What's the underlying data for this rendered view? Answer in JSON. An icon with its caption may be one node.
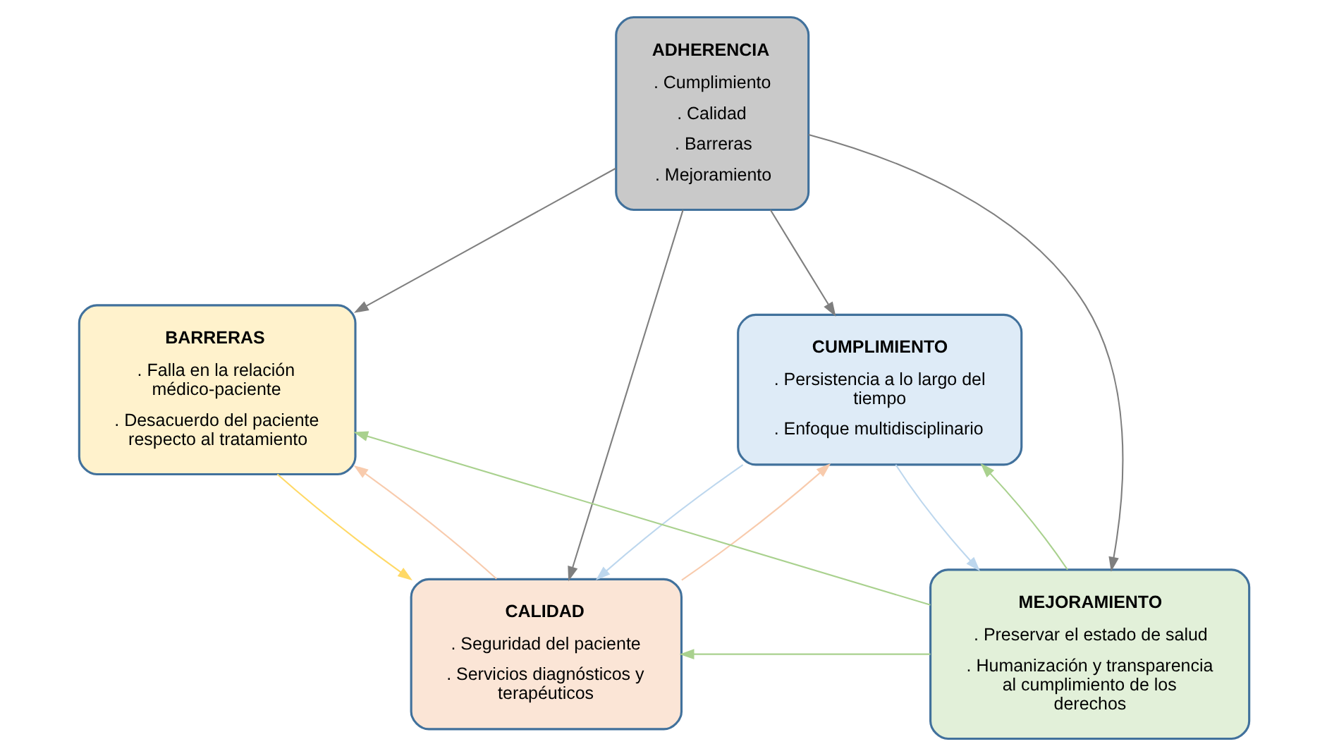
{
  "diagram": {
    "nodes": [
      {
        "text": [
          "ADHERENCIA",
          ". Cumplimiento",
          ". Calidad",
          ". Barreras",
          ". Mejoramiento"
        ]
      },
      {
        "text": [
          "CUMPLIMIENTO",
          ". Persistencia a lo largo del tiempo",
          ". Enfoque multidisciplinario"
        ]
      },
      {
        "text": [
          "BARRERAS",
          ". Falla en la relación médico-paciente",
          ". Desacuerdo del paciente respecto al tratamiento"
        ]
      },
      {
        "text": [
          "CALIDAD",
          ". Seguridad del paciente",
          ". Servicios diagnósticos y terapéuticos"
        ]
      },
      {
        "text": [
          "MEJORAMIENTO",
          ". Preservar el estado de salud",
          ". Humanización y transparencia al cumplimiento de los derechos"
        ]
      }
    ],
    "edges": [
      {
        "from": 0,
        "to": 1,
        "arrow": "to"
      },
      {
        "from": 0,
        "to": 3,
        "arrow": "to"
      },
      {
        "from": 0,
        "to": 2,
        "arrow": "to"
      },
      {
        "from": 0,
        "to": 4,
        "arrow": "to"
      },
      {
        "from": 1,
        "to": 3,
        "arrow": "to",
        "color": "#bdd7ee"
      },
      {
        "from": 1,
        "to": 4,
        "arrow": "to",
        "color": "#bdd7ee"
      },
      {
        "from": 3,
        "to": 1,
        "arrow": "to",
        "color": "#f8cbad"
      },
      {
        "from": 3,
        "to": 2,
        "arrow": "to",
        "color": "#f8cbad"
      },
      {
        "from": 2,
        "to": 3,
        "arrow": "to",
        "color": "#ffd966"
      },
      {
        "from": 4,
        "to": 1,
        "arrow": "to",
        "color": "#a9d18e"
      },
      {
        "from": 4,
        "to": 2,
        "arrow": "to",
        "color": "#a9d18e"
      },
      {
        "from": 4,
        "to": 3,
        "arrow": "to",
        "color": "#a9d18e"
      }
    ]
  }
}
